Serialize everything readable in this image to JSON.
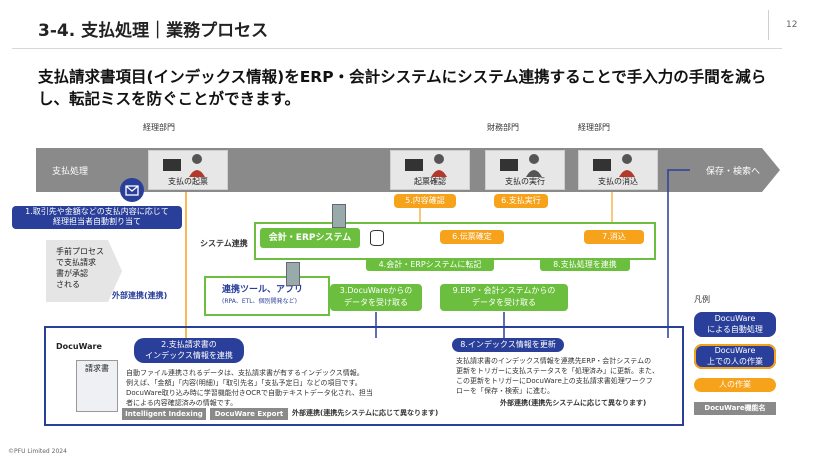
{
  "header": {
    "title": "3-4. 支払処理｜業務プロセス",
    "page_number": "12"
  },
  "headline": "支払請求書項目(インデックス情報)をERP・会計システムにシステム連携することで手入力の手間を減らし、転記ミスを防ぐことができます。",
  "departments": {
    "accounting_1": "経理部門",
    "finance": "財務部門",
    "accounting_2": "経理部門"
  },
  "band": {
    "start_label": "支払処理",
    "end_label": "保存・検索へ"
  },
  "actors": [
    {
      "caption": "支払の起票"
    },
    {
      "caption": "起票確認"
    },
    {
      "caption": "支払の実行"
    },
    {
      "caption": "支払の消込"
    }
  ],
  "steps": {
    "s1": "1.取引先や金額などの支払内容に応じて\n経理担当者自動割り当て",
    "s2": "2.支払請求書の\nインデックス情報を連携",
    "s3": "3.DocuWareからの\nデータを受け取る",
    "s4": "4.会計・ERPシステムに転記",
    "s5": "5.内容確認",
    "s6": "6.支払実行",
    "s6b": "6.伝票確定",
    "s7": "7.消込",
    "s8": "8.支払処理を連携",
    "s8b": "8.インデックス情報を更新",
    "s9": "9.ERP・会計システムからの\nデータを受け取る"
  },
  "left_note": "手前プロセス\nで支払請求\n書が承認\nされる",
  "system_link": {
    "label": "システム連携",
    "erp_label": "会計・ERPシステム"
  },
  "external_link": {
    "label": "外部連携(連携)",
    "tool_title": "連携ツール、アプリ",
    "tool_sub": "(RPA、ETL、個別開発など)"
  },
  "docuware": {
    "logo": "DocuWare",
    "doc_label": "請求書",
    "desc_left": "自動ファイル連携されるデータは、支払請求書が有するインデックス情報。\n例えば、「金額」「内容(明細)」「取引先名」「支払予定日」などの項目です。\nDocuWare取り込み時に学習機能付きOCRで自動テキストデータ化され、担当\n者による内容確認済みの情報です。",
    "desc_right": "支払請求書のインデックス情報を連携先ERP・会計システムの\n更新をトリガーに支払ステータスを「処理済み」に更新。また、\nこの更新をトリガーにDocuWare上の支払請求書処理ワークフ\nローを「保存・検索」に進む。",
    "tags": [
      "Intelligent Indexing",
      "DocuWare Export"
    ],
    "ext_note_1": "外部連携(連携先システムに応じて異なります)",
    "ext_note_2": "外部連携(連携先システムに応じて異なります)"
  },
  "legend": {
    "title": "凡例",
    "auto": "DocuWare\nによる自動処理",
    "human_on": "DocuWare\n上での人の作業",
    "human": "人の作業",
    "feature": "DocuWare機能名"
  },
  "footer": {
    "copyright": "©PFU Limited 2024"
  },
  "colors": {
    "navy": "#2a3f9a",
    "green": "#6cbf3e",
    "orange": "#f7a21b",
    "gray": "#8a8a8a"
  }
}
